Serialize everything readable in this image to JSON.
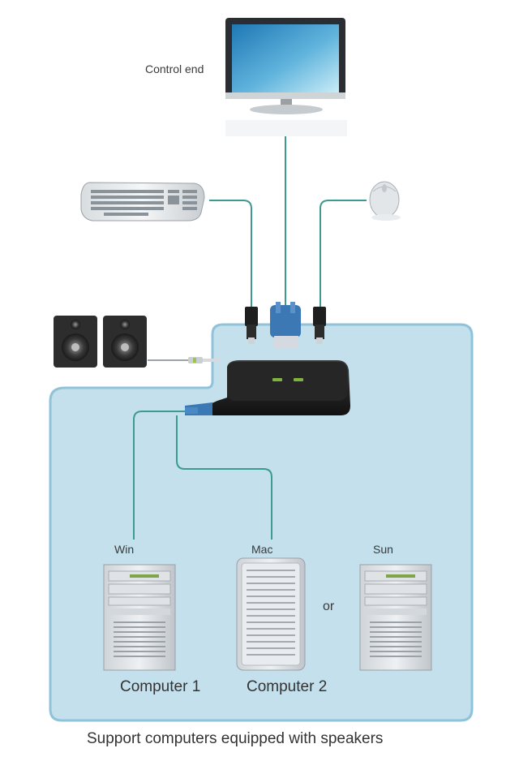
{
  "labels": {
    "control_end": "Control end",
    "win": "Win",
    "mac": "Mac",
    "sun": "Sun",
    "or": "or",
    "computer1": "Computer 1",
    "computer2": "Computer 2",
    "caption": "Support computers equipped with speakers"
  },
  "colors": {
    "panel_fill": "#c3e0ec",
    "panel_stroke": "#8fc3da",
    "cable": "#3d9a93",
    "vga_blue": "#3c78b4",
    "switch_body": "#1c1c1c"
  },
  "icons": [
    "monitor-icon",
    "keyboard-icon",
    "mouse-icon",
    "speaker-icon",
    "kvm-switch-icon",
    "computer-tower-icon"
  ]
}
